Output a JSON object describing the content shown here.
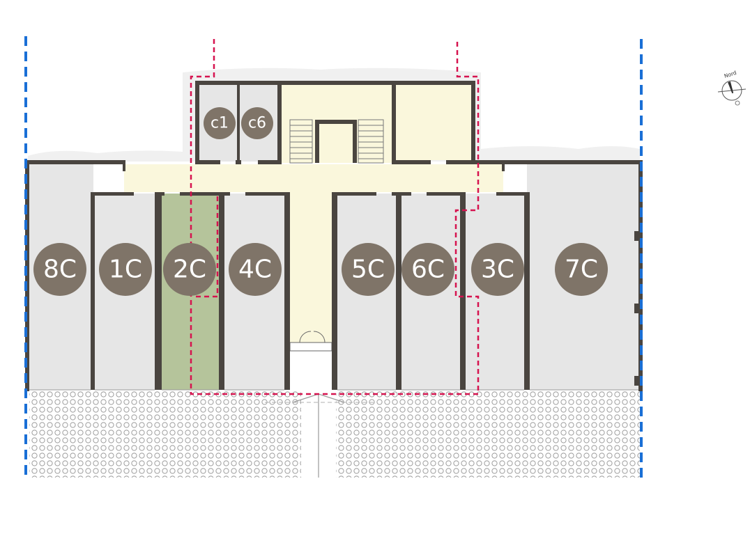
{
  "plan": {
    "colors": {
      "wall": "#4a4540",
      "garage_fill": "#e6e6e6",
      "corridor_fill": "#faf7dc",
      "highlight_fill": "#b5c49b",
      "badge_fill": "#7f7468",
      "badge_text": "#ffffff",
      "property_line": "#1a6fd6",
      "boundary_line": "#d6134f",
      "paving_circle": "#9a9a9a"
    },
    "units": [
      {
        "id": "8C",
        "label": "8C",
        "highlighted": false
      },
      {
        "id": "1C",
        "label": "1C",
        "highlighted": false
      },
      {
        "id": "2C",
        "label": "2C",
        "highlighted": true
      },
      {
        "id": "4C",
        "label": "4C",
        "highlighted": false
      },
      {
        "id": "5C",
        "label": "5C",
        "highlighted": false
      },
      {
        "id": "6C",
        "label": "6C",
        "highlighted": false
      },
      {
        "id": "3C",
        "label": "3C",
        "highlighted": false
      },
      {
        "id": "7C",
        "label": "7C",
        "highlighted": false
      }
    ],
    "cellars": [
      {
        "id": "c1",
        "label": "c1"
      },
      {
        "id": "c6",
        "label": "c6"
      }
    ],
    "compass": {
      "label": "Nord",
      "icon": "compass-north-icon"
    }
  }
}
